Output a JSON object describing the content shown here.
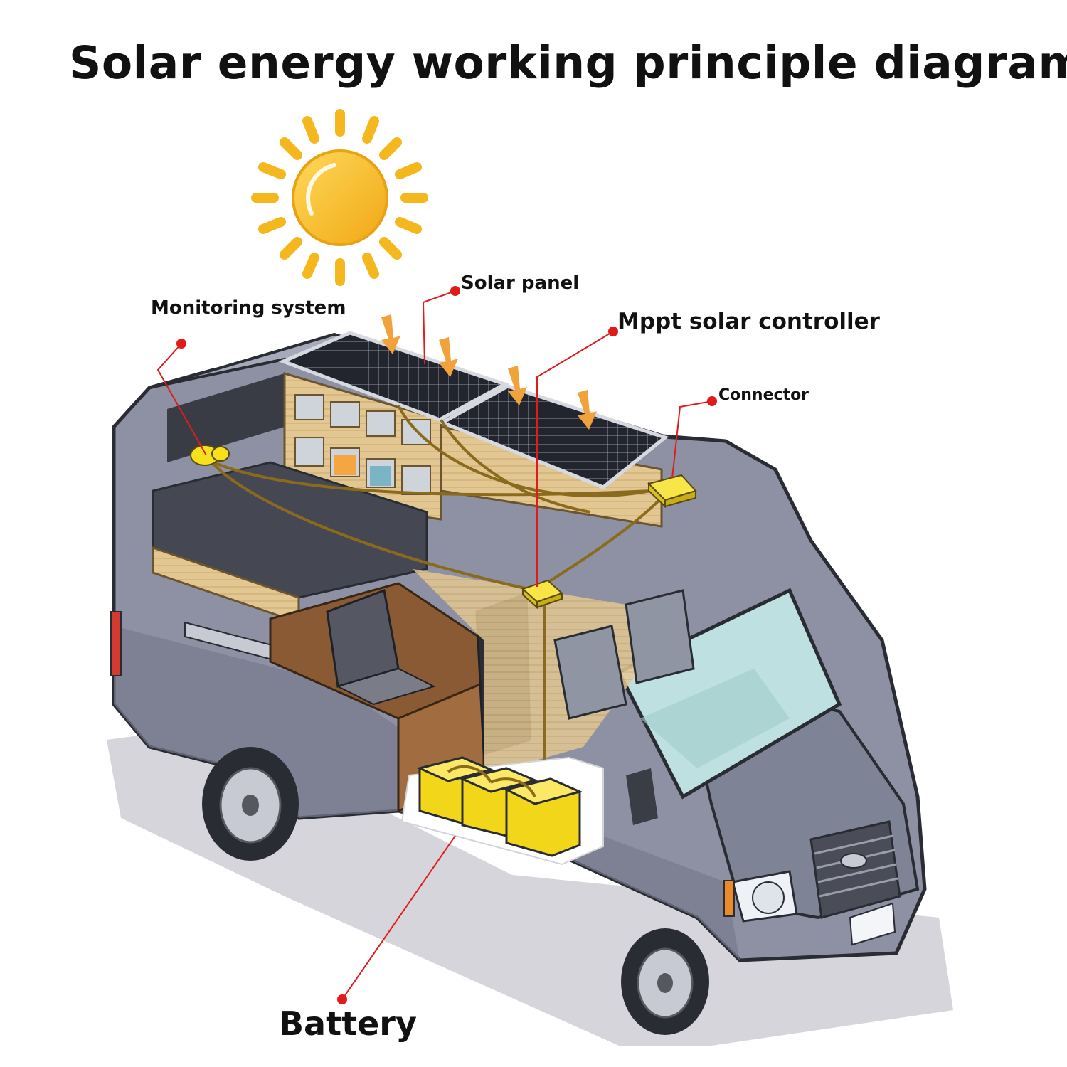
{
  "title": "Solar energy working principle diagram",
  "labels": {
    "monitoring": "Monitoring system",
    "solar_panel": "Solar panel",
    "mppt": "Mppt solar controller",
    "connector": "Connector",
    "battery": "Battery"
  },
  "colors": {
    "sun": "#f5b71e",
    "callout_line": "#e01b1b",
    "van_body": "#8d91a3",
    "component": "#f7e11d",
    "cable": "#8a6a1c",
    "panel": "#1f2128"
  },
  "icons": [
    "sun-icon",
    "solar-panel-icon",
    "battery-icon",
    "controller-icon",
    "connector-icon",
    "monitor-icon"
  ]
}
